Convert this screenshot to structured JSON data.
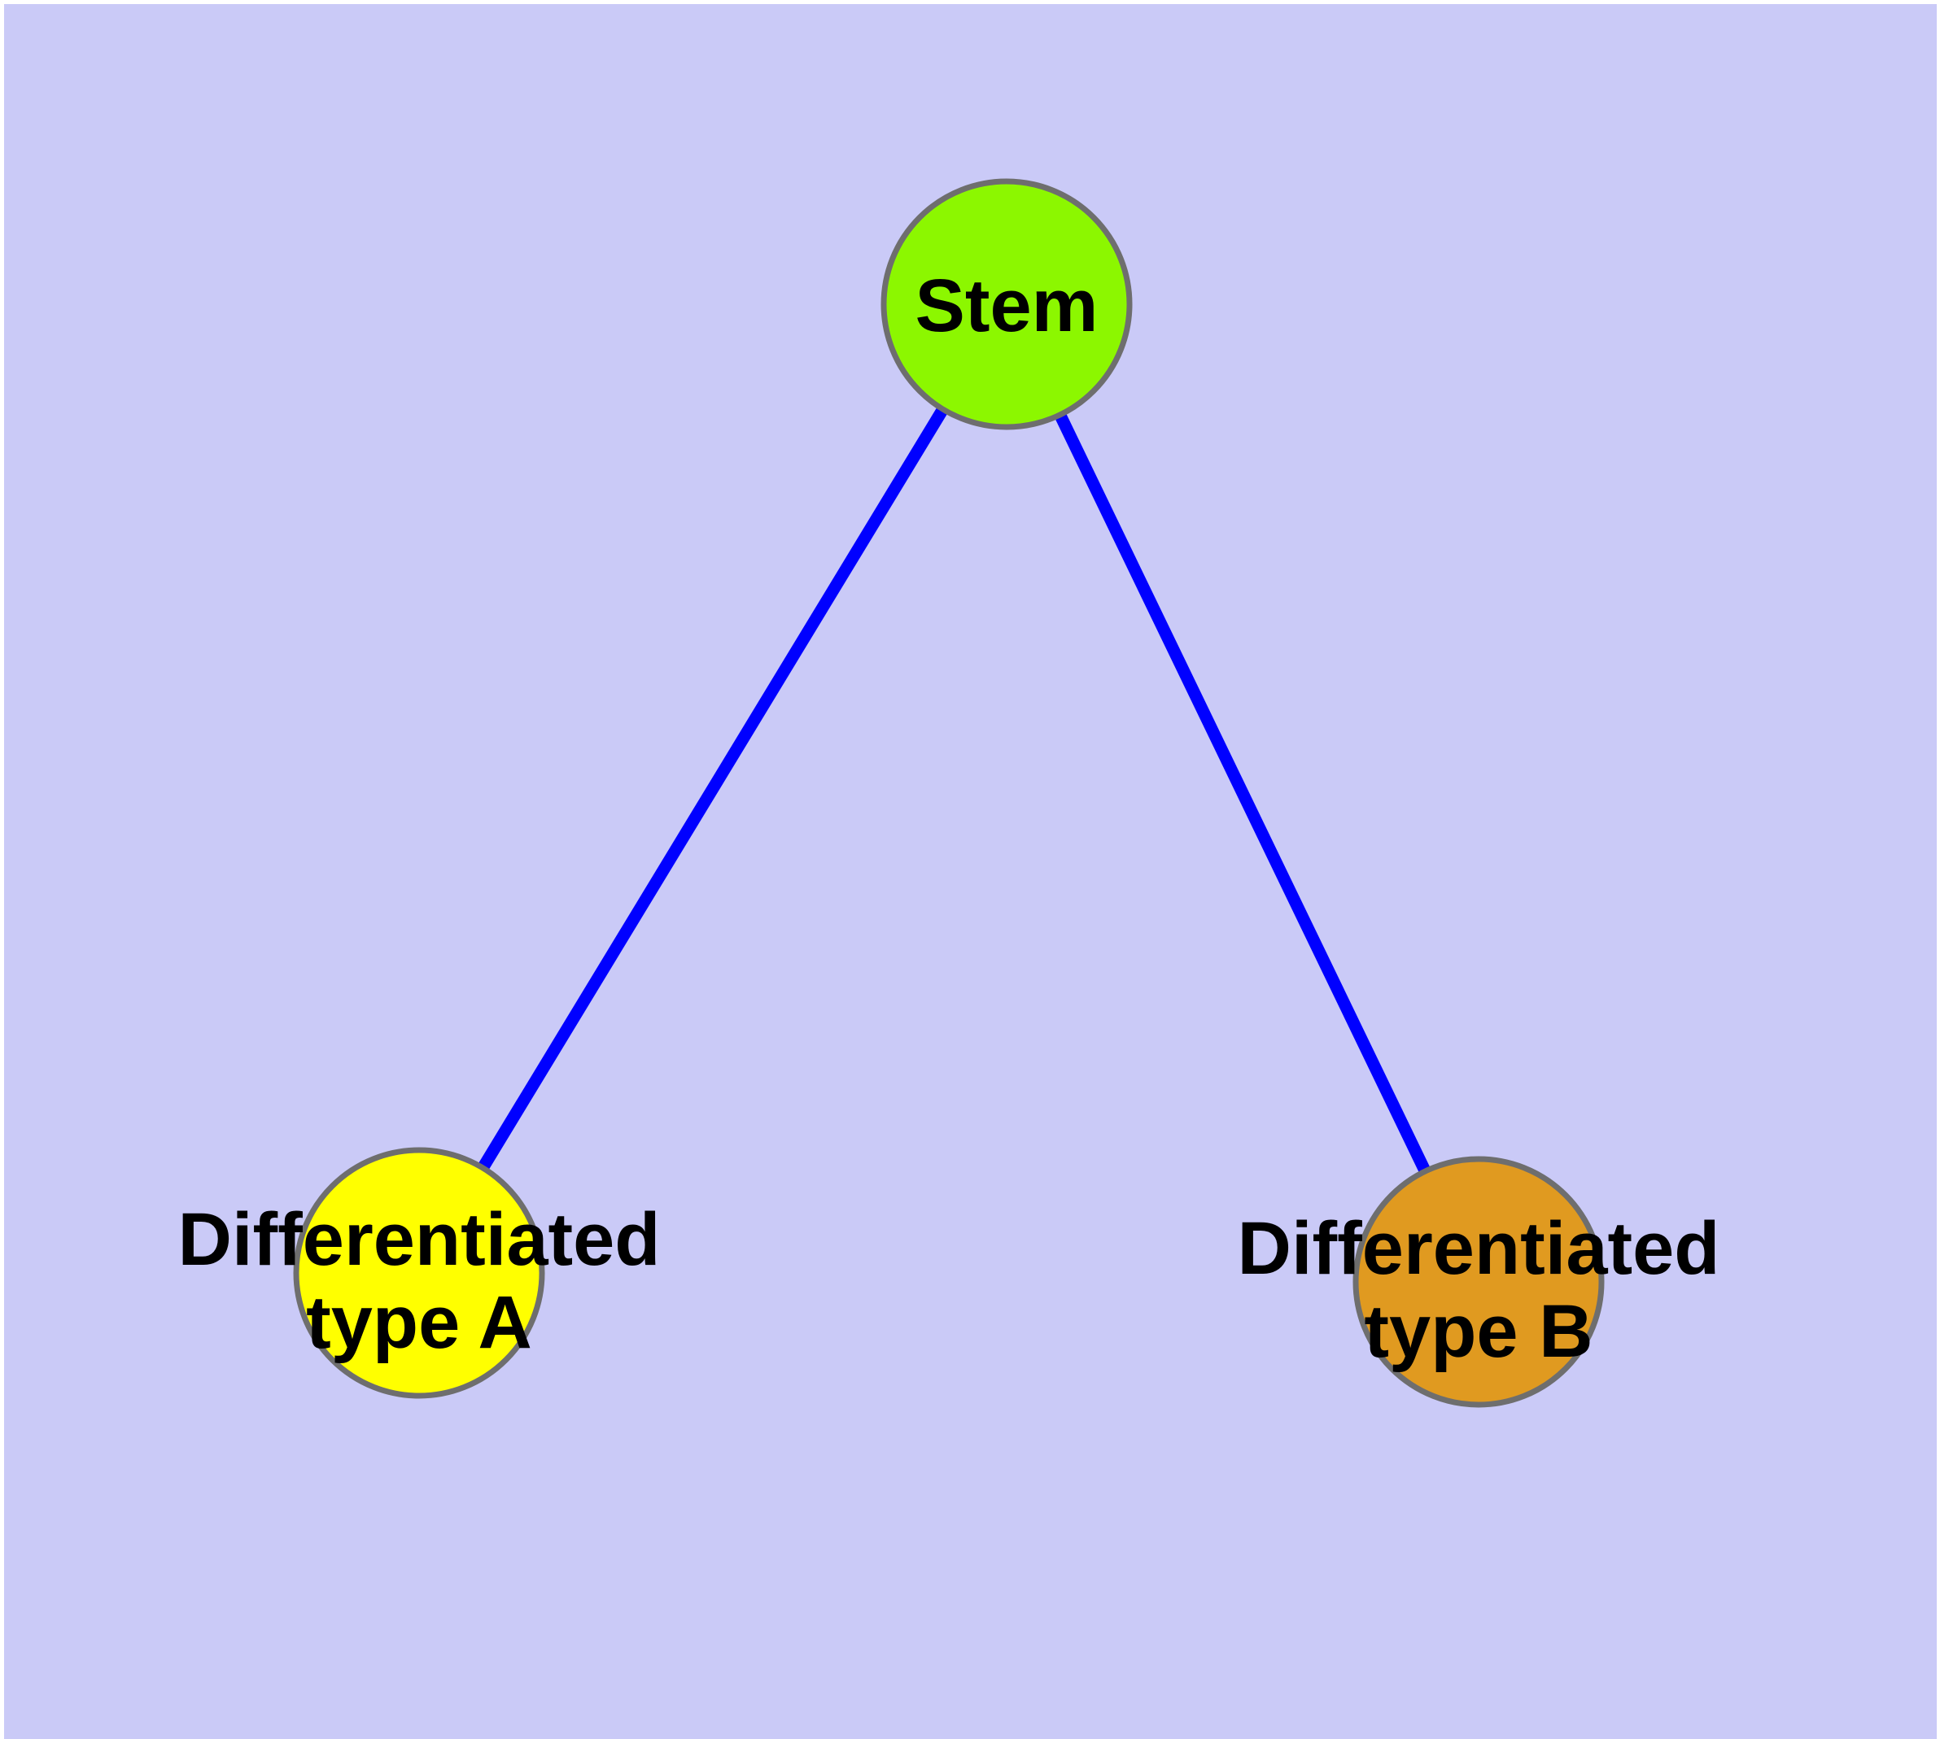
{
  "diagram": {
    "title": "",
    "background_color": "#cacaf7",
    "frame_color": "#ffffff",
    "edge_color": "#0000ff",
    "node_border_color": "#6e6e6e",
    "text_color": "#000000",
    "nodes": [
      {
        "id": "stem",
        "label": "Stem",
        "label_lines": [
          "Stem",
          ""
        ],
        "color": "#8cf700"
      },
      {
        "id": "type_a",
        "label": "Differentiated type A",
        "label_lines": [
          "Differentiated",
          "type A"
        ],
        "color": "#ffff00"
      },
      {
        "id": "type_b",
        "label": "Differentiated type B",
        "label_lines": [
          "Differentiated",
          "type B"
        ],
        "color": "#e09a20"
      }
    ],
    "edges": [
      {
        "from": "Stem",
        "to": "Differentiated type A"
      },
      {
        "from": "Stem",
        "to": "Differentiated type B"
      }
    ]
  }
}
